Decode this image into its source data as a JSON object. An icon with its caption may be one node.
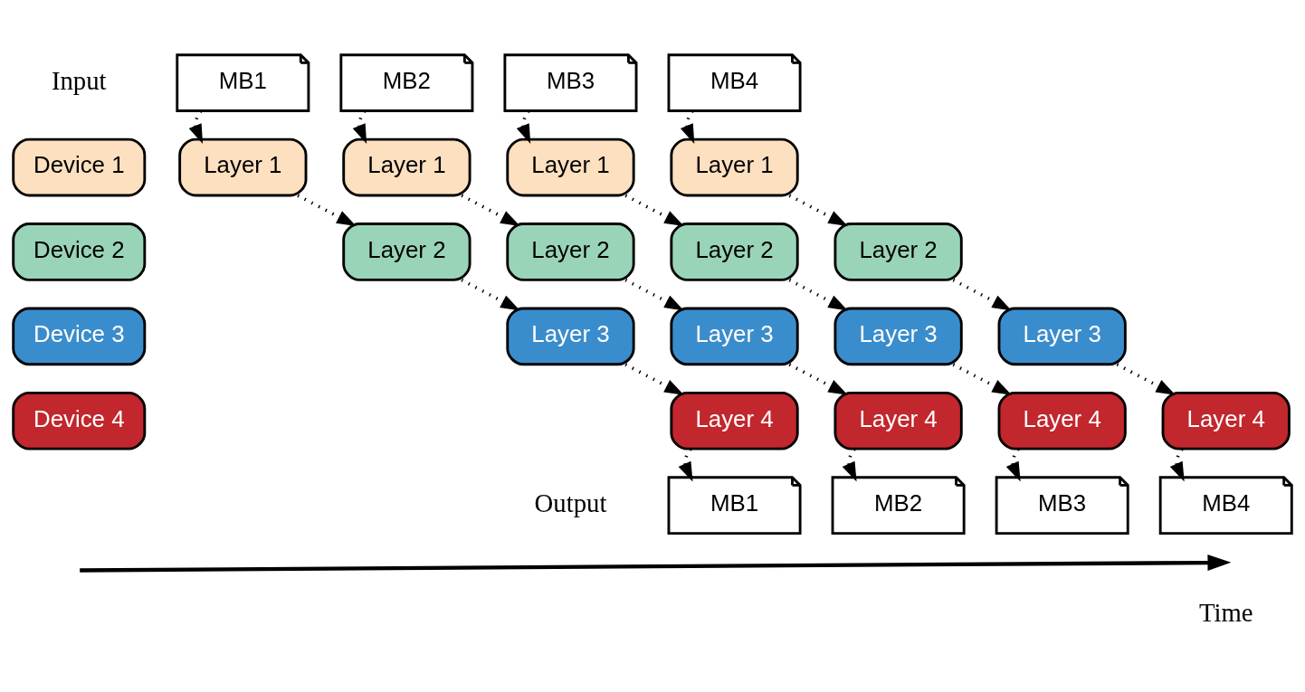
{
  "diagram": {
    "nodes": [
      {
        "text": [
          "MB1"
        ]
      },
      {
        "text": [
          "MB2"
        ]
      },
      {
        "text": [
          "MB3"
        ]
      },
      {
        "text": [
          "MB4"
        ]
      },
      {
        "text": [
          "Device 1"
        ]
      },
      {
        "text": [
          "Device 2"
        ]
      },
      {
        "text": [
          "Device 3"
        ]
      },
      {
        "text": [
          "Device 4"
        ]
      },
      {
        "text": [
          "Layer 1"
        ]
      },
      {
        "text": [
          "Layer 1"
        ]
      },
      {
        "text": [
          "Layer 1"
        ]
      },
      {
        "text": [
          "Layer 1"
        ]
      },
      {
        "text": [
          "Layer 2"
        ]
      },
      {
        "text": [
          "Layer 2"
        ]
      },
      {
        "text": [
          "Layer 2"
        ]
      },
      {
        "text": [
          "Layer 2"
        ]
      },
      {
        "text": [
          "Layer 3"
        ]
      },
      {
        "text": [
          "Layer 3"
        ]
      },
      {
        "text": [
          "Layer 3"
        ]
      },
      {
        "text": [
          "Layer 3"
        ]
      },
      {
        "text": [
          "Layer 4"
        ]
      },
      {
        "text": [
          "Layer 4"
        ]
      },
      {
        "text": [
          "Layer 4"
        ]
      },
      {
        "text": [
          "Layer 4"
        ]
      },
      {
        "text": [
          "MB1"
        ]
      },
      {
        "text": [
          "MB2"
        ]
      },
      {
        "text": [
          "MB3"
        ]
      },
      {
        "text": [
          "MB4"
        ]
      }
    ],
    "edges": [
      {
        "from": 0,
        "to": 8,
        "arrow": "to",
        "style": "dashed"
      },
      {
        "from": 1,
        "to": 9,
        "arrow": "to",
        "style": "dashed"
      },
      {
        "from": 2,
        "to": 10,
        "arrow": "to",
        "style": "dashed"
      },
      {
        "from": 3,
        "to": 11,
        "arrow": "to",
        "style": "dashed"
      },
      {
        "from": 8,
        "to": 12,
        "arrow": "to",
        "style": "dashed"
      },
      {
        "from": 9,
        "to": 13,
        "arrow": "to",
        "style": "dashed"
      },
      {
        "from": 10,
        "to": 14,
        "arrow": "to",
        "style": "dashed"
      },
      {
        "from": 11,
        "to": 15,
        "arrow": "to",
        "style": "dashed"
      },
      {
        "from": 12,
        "to": 16,
        "arrow": "to",
        "style": "dashed"
      },
      {
        "from": 13,
        "to": 17,
        "arrow": "to",
        "style": "dashed"
      },
      {
        "from": 14,
        "to": 18,
        "arrow": "to",
        "style": "dashed"
      },
      {
        "from": 15,
        "to": 19,
        "arrow": "to",
        "style": "dashed"
      },
      {
        "from": 16,
        "to": 20,
        "arrow": "to",
        "style": "dashed"
      },
      {
        "from": 17,
        "to": 21,
        "arrow": "to",
        "style": "dashed"
      },
      {
        "from": 18,
        "to": 22,
        "arrow": "to",
        "style": "dashed"
      },
      {
        "from": 19,
        "to": 23,
        "arrow": "to",
        "style": "dashed"
      },
      {
        "from": 20,
        "to": 24,
        "arrow": "to",
        "style": "dashed"
      },
      {
        "from": 21,
        "to": 25,
        "arrow": "to",
        "style": "dashed"
      },
      {
        "from": 22,
        "to": 26,
        "arrow": "to",
        "style": "dashed"
      },
      {
        "from": 23,
        "to": 27,
        "arrow": "to",
        "style": "dashed"
      }
    ],
    "labels": [
      "Input",
      "Output",
      "Time"
    ]
  }
}
